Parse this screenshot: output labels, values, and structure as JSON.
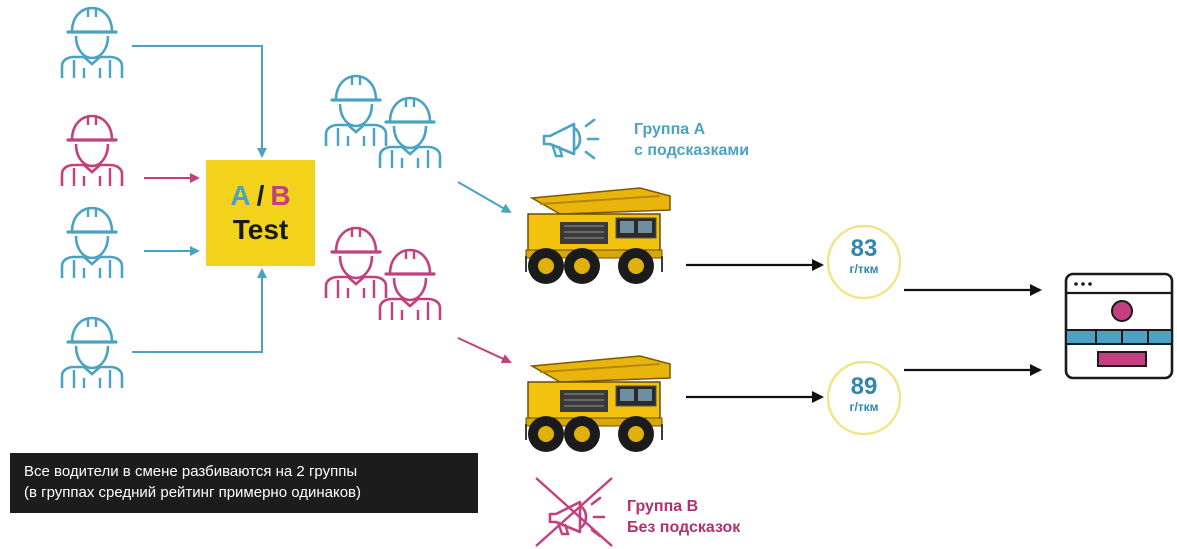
{
  "ab_box": {
    "letter_a": "A",
    "slash": "/",
    "letter_b": "B",
    "test": "Test"
  },
  "group_a": {
    "line1": "Группа А",
    "line2": "с подсказками"
  },
  "group_b": {
    "line1": "Группа В",
    "line2": "Без подсказок"
  },
  "metric_a": {
    "value": "83",
    "unit": "г/ткм"
  },
  "metric_b": {
    "value": "89",
    "unit": "г/ткм"
  },
  "note": {
    "line1": "Все водители в смене разбиваются на 2 группы",
    "line2": "(в группах средний рейтинг примерно одинаков)"
  },
  "colors": {
    "blue": "#4aa3c3",
    "magenta": "#c2407f",
    "yellow": "#f2d21b",
    "metric_circle": "#f3e38a",
    "arrow_black": "#111111"
  },
  "icons": [
    "worker-icon",
    "worker-pair-icon",
    "megaphone-icon",
    "crossed-megaphone-icon",
    "dump-truck-icon",
    "dashboard-icon"
  ]
}
